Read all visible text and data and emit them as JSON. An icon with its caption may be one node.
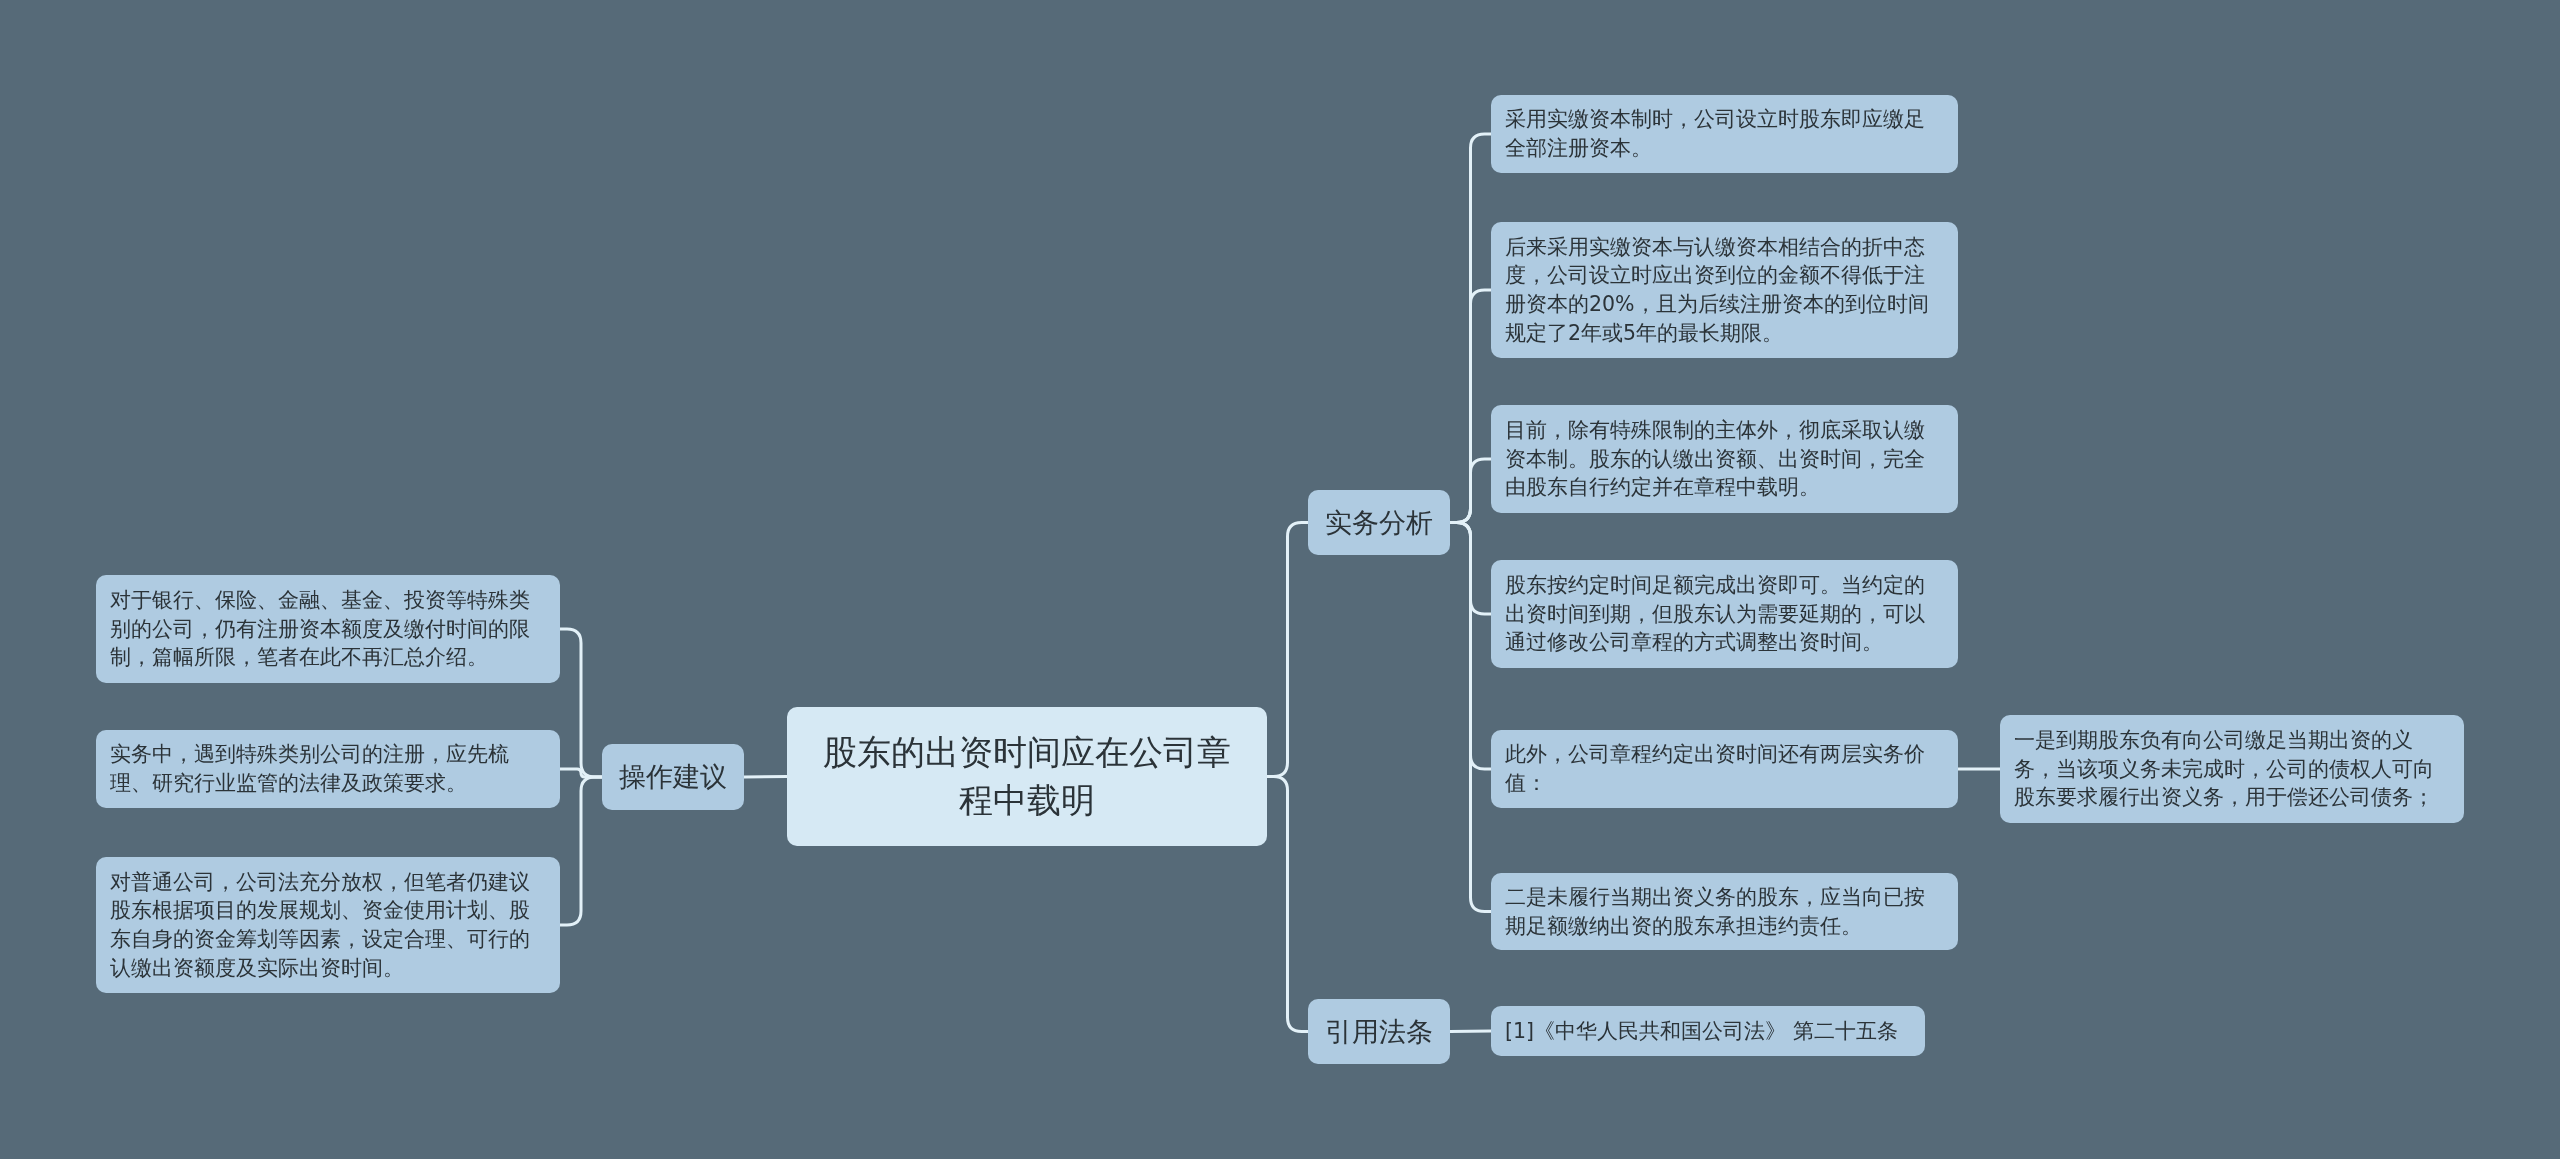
{
  "diagram": {
    "nodes": [
      {
        "text": [
          "股东的出资时间应在公司章程中载明"
        ]
      },
      {
        "text": [
          "实务分析"
        ]
      },
      {
        "text": [
          "采用实缴资本制时，公司设立时股东即应缴足全部注册资本。"
        ]
      },
      {
        "text": [
          "后来采用实缴资本与认缴资本相结合的折中态度，公司设立时应出资到位的金额不得低于注册资本的20%，且为后续注册资本的到位时间规定了2年或5年的最长期限。"
        ]
      },
      {
        "text": [
          "目前，除有特殊限制的主体外，彻底采取认缴资本制。股东的认缴出资额、出资时间，完全由股东自行约定并在章程中载明。"
        ]
      },
      {
        "text": [
          "股东按约定时间足额完成出资即可。当约定的出资时间到期，但股东认为需要延期的，可以通过修改公司章程的方式调整出资时间。"
        ]
      },
      {
        "text": [
          "此外，公司章程约定出资时间还有两层实务价值："
        ]
      },
      {
        "text": [
          "二是未履行当期出资义务的股东，应当向已按期足额缴纳出资的股东承担违约责任。"
        ]
      },
      {
        "text": [
          "一是到期股东负有向公司缴足当期出资的义务，当该项义务未完成时，公司的债权人可向股东要求履行出资义务，用于偿还公司债务；"
        ]
      },
      {
        "text": [
          "引用法条"
        ]
      },
      {
        "text": [
          "[1]《中华人民共和国公司法》 第二十五条"
        ]
      },
      {
        "text": [
          "操作建议"
        ]
      },
      {
        "text": [
          "对于银行、保险、金融、基金、投资等特殊类别的公司，仍有注册资本额度及缴付时间的限制，篇幅所限，笔者在此不再汇总介绍。"
        ]
      },
      {
        "text": [
          "实务中，遇到特殊类别公司的注册，应先梳理、研究行业监管的法律及政策要求。"
        ]
      },
      {
        "text": [
          "对普通公司，公司法充分放权，但笔者仍建议股东根据项目的发展规划、资金使用计划、股东自身的资金筹划等因素，设定合理、可行的认缴出资额度及实际出资时间。"
        ]
      }
    ],
    "edges": [
      {
        "from": 0,
        "to": 1,
        "arrow": "none"
      },
      {
        "from": 1,
        "to": 2,
        "arrow": "none"
      },
      {
        "from": 1,
        "to": 3,
        "arrow": "none"
      },
      {
        "from": 1,
        "to": 4,
        "arrow": "none"
      },
      {
        "from": 1,
        "to": 5,
        "arrow": "none"
      },
      {
        "from": 1,
        "to": 6,
        "arrow": "none"
      },
      {
        "from": 1,
        "to": 7,
        "arrow": "none"
      },
      {
        "from": 6,
        "to": 8,
        "arrow": "none"
      },
      {
        "from": 0,
        "to": 9,
        "arrow": "none"
      },
      {
        "from": 9,
        "to": 10,
        "arrow": "none"
      },
      {
        "from": 0,
        "to": 11,
        "arrow": "none"
      },
      {
        "from": 11,
        "to": 12,
        "arrow": "none"
      },
      {
        "from": 11,
        "to": 13,
        "arrow": "none"
      },
      {
        "from": 11,
        "to": 14,
        "arrow": "none"
      }
    ]
  }
}
